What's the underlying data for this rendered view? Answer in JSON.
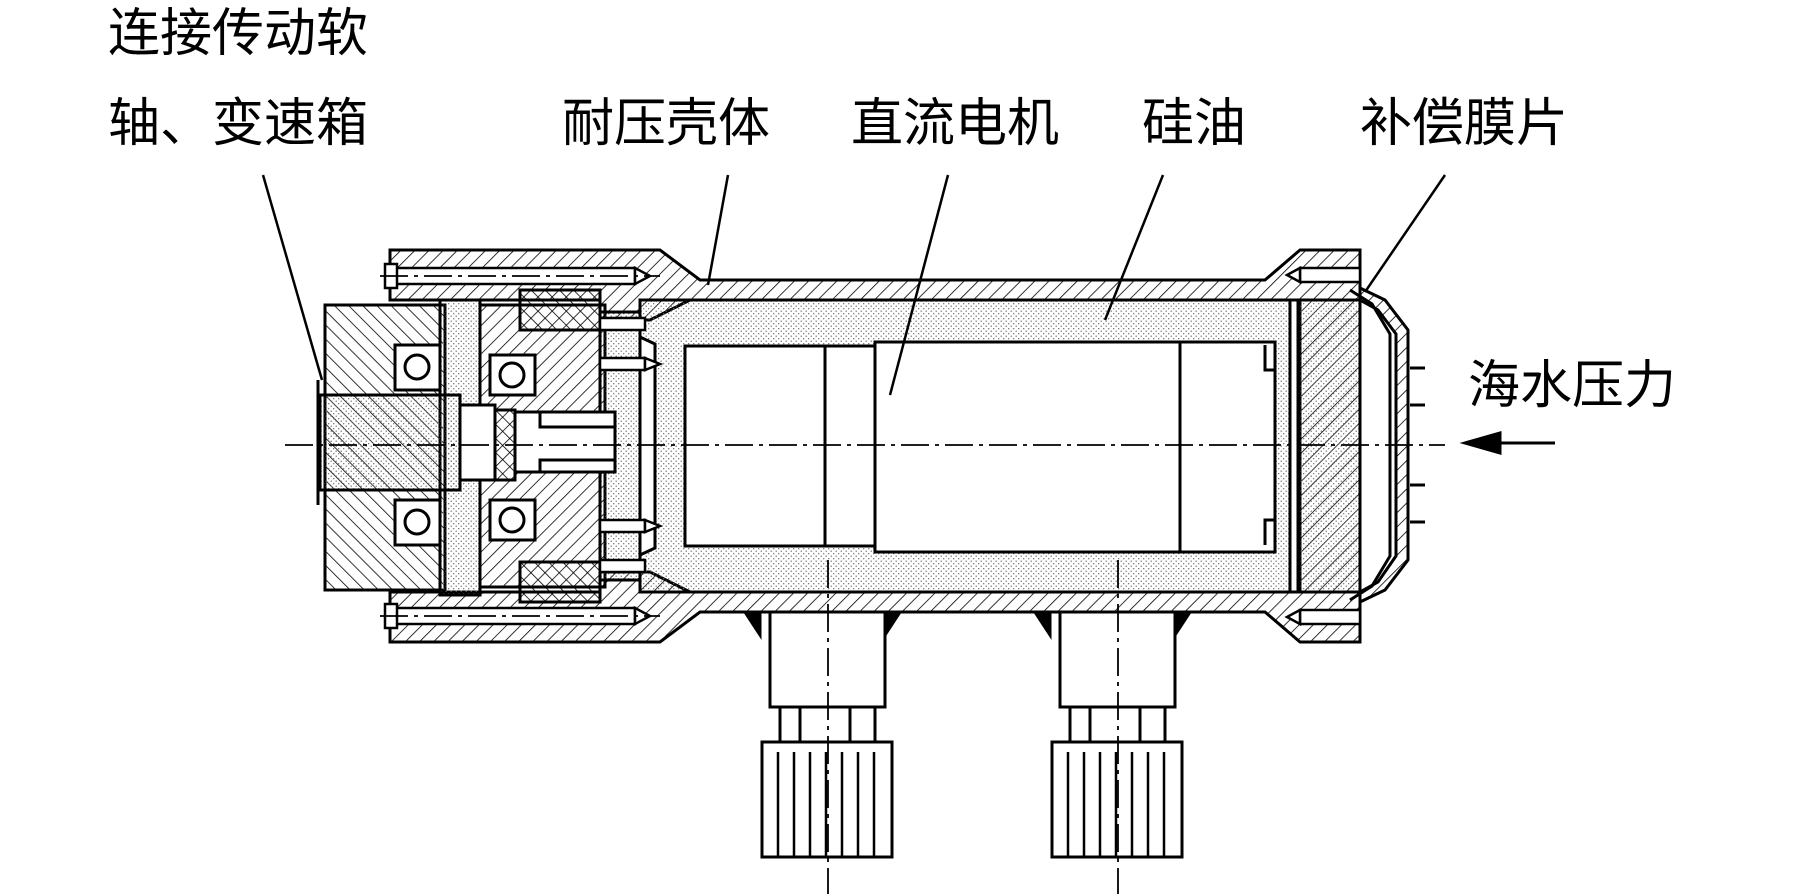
{
  "labels": {
    "shaft_gearbox_line1": "连接传动软",
    "shaft_gearbox_line2": "轴、变速箱",
    "pressure_housing": "耐压壳体",
    "dc_motor": "直流电机",
    "silicone_oil": "硅油",
    "compensation_membrane": "补偿膜片",
    "seawater_pressure": "海水压力"
  },
  "colors": {
    "line": "#000000",
    "background": "#ffffff",
    "stipple": "#9a9a9a"
  }
}
